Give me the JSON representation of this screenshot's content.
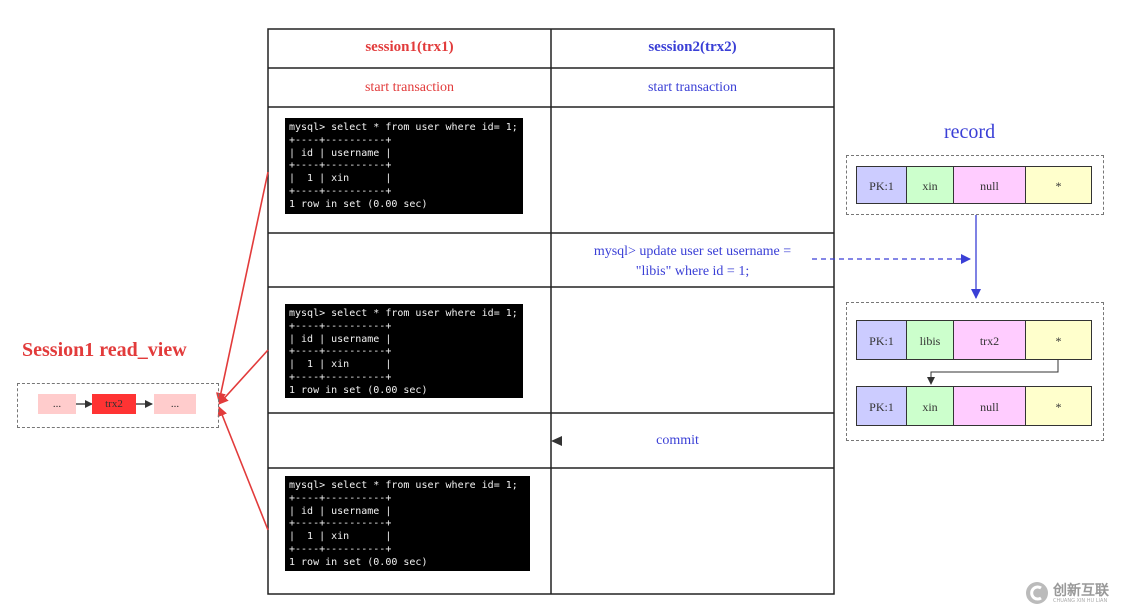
{
  "table": {
    "header_session1": "session1(trx1)",
    "header_session2": "session2(trx2)",
    "start1": "start transaction",
    "start2": "start transaction",
    "update_stmt_line1": "mysql> update user set username =",
    "update_stmt_line2": "\"libis\" where id = 1;",
    "commit": "commit"
  },
  "terminal_output": "mysql> select * from user where id= 1;\n+----+----------+\n| id | username |\n+----+----------+\n|  1 | xin      |\n+----+----------+\n1 row in set (0.00 sec)",
  "read_view": {
    "title": "Session1 read_view",
    "items": [
      "...",
      "trx2",
      "..."
    ]
  },
  "record": {
    "title": "record",
    "original": [
      "PK:1",
      "xin",
      "null",
      "*"
    ],
    "updated": [
      "PK:1",
      "libis",
      "trx2",
      "*"
    ],
    "undo": [
      "PK:1",
      "xin",
      "null",
      "*"
    ]
  },
  "colors": {
    "session1": "#e23b3b",
    "session2": "#3a3fd6",
    "pk": "#ccccff",
    "name": "#ccffcc",
    "trx": "#ffccff",
    "ptr": "#ffffcc",
    "trx2_active": "#ff3333"
  },
  "watermark": {
    "text": "创新互联",
    "subtext": "CHUANG XIN HU LIAN"
  }
}
